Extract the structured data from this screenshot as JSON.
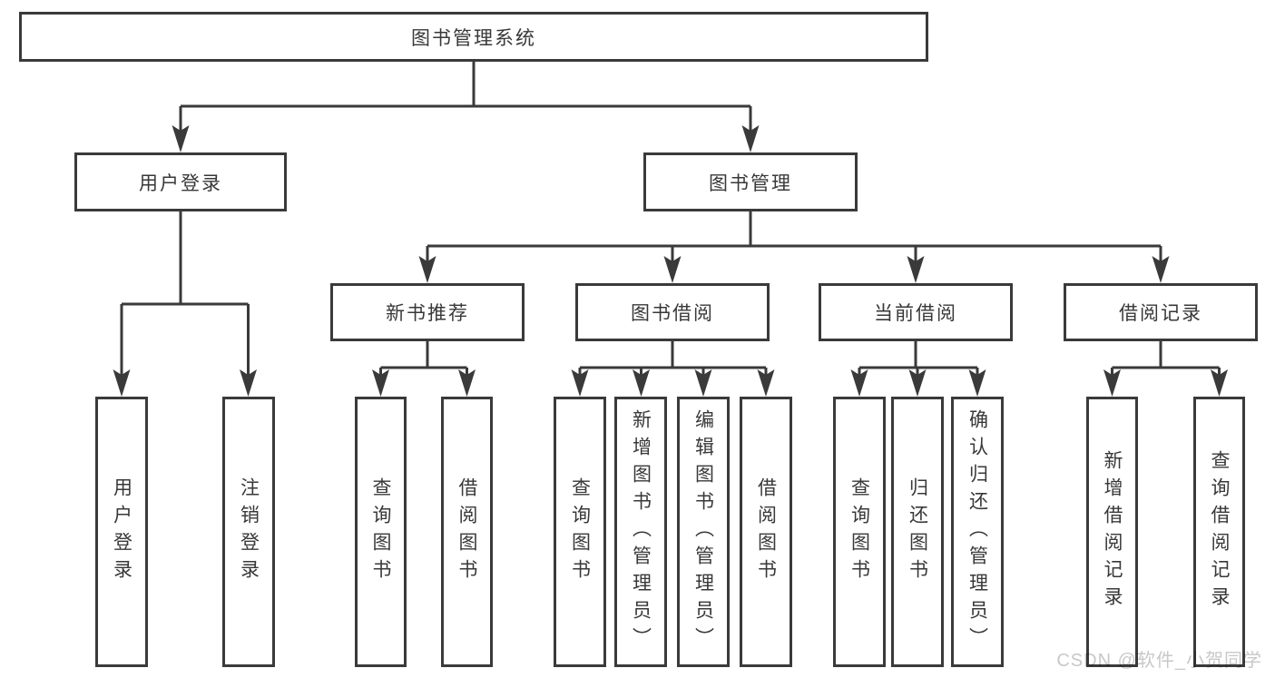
{
  "colors": {
    "line": "#3a3a3a",
    "text": "#383838",
    "box_background": "#ffffff",
    "watermark": "#c8c8c8",
    "page_background": "#ffffff"
  },
  "watermark": {
    "text": "CSDN @软件_小贺同学"
  },
  "tree": {
    "root": {
      "label": "图书管理系统"
    },
    "branches": [
      {
        "label": "用户登录",
        "children": [
          {
            "label": "用户登录"
          },
          {
            "label": "注销登录"
          }
        ]
      },
      {
        "label": "图书管理",
        "children": [
          {
            "label": "新书推荐",
            "children": [
              {
                "label": "查询图书"
              },
              {
                "label": "借阅图书"
              }
            ]
          },
          {
            "label": "图书借阅",
            "children": [
              {
                "label": "查询图书"
              },
              {
                "label": "新增图书（管理员）"
              },
              {
                "label": "编辑图书（管理员）"
              },
              {
                "label": "借阅图书"
              }
            ]
          },
          {
            "label": "当前借阅",
            "children": [
              {
                "label": "查询图书"
              },
              {
                "label": "归还图书"
              },
              {
                "label": "确认归还（管理员）"
              }
            ]
          },
          {
            "label": "借阅记录",
            "children": [
              {
                "label": "新增借阅记录"
              },
              {
                "label": "查询借阅记录"
              }
            ]
          }
        ]
      }
    ]
  }
}
